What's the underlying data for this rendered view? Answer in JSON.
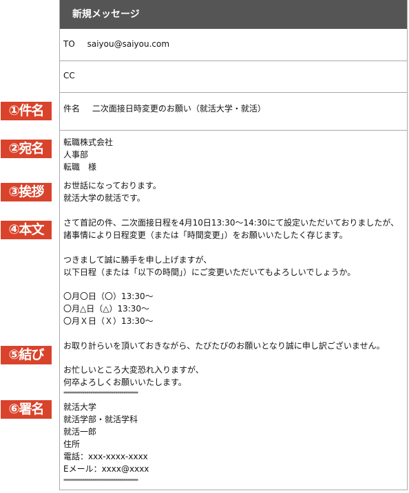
{
  "labels": {
    "subject": "①件名",
    "recipient": "②宛名",
    "greeting": "③挨拶",
    "main": "④本文",
    "closing": "⑤結び",
    "signature": "⑥署名"
  },
  "window": {
    "title": "新規メッセージ"
  },
  "fields": {
    "to_label": "TO",
    "to_value": "saiyou@saiyou.com",
    "cc_label": "CC",
    "subject_label": "件名",
    "subject_value": "二次面接日時変更のお願い（就活大学・就活）"
  },
  "body": {
    "recipient": [
      "転職株式会社",
      "人事部",
      "転職　様"
    ],
    "greeting": [
      "お世話になっております。",
      "就活大学の就活です。"
    ],
    "main_para1": [
      "さて首記の件、二次面接日程を4月10日13:30～14:30にて設定いただいておりましたが、",
      "諸事情により日程変更（または「時間変更」）をお願いいたしたく存じます。"
    ],
    "main_para2": [
      "つきまして誠に勝手を申し上げますが、",
      "以下日程（または「以下の時間」）にご変更いただいてもよろしいでしょうか。"
    ],
    "dates": [
      "〇月〇日（〇）13:30～",
      "〇月△日（△）13:30～",
      "〇月Ｘ日（Ｘ）13:30～"
    ],
    "closing1": "お取り計らいを頂いておきながら、たびたびのお願いとなり誠に申し訳ございません。",
    "closing2": [
      "お忙しいところ大変恐れ入りますが、",
      "何卒よろしくお願いいたします。"
    ],
    "separator": "************************************",
    "signature": [
      "就活大学",
      "就活学部・就活学科",
      "就活一郎",
      "住所",
      "電話：xxx-xxxx-xxxx",
      "Eメール：xxxx@xxxx"
    ],
    "separator_end": "************************************"
  },
  "colors": {
    "label_bg": "#d9432b",
    "header_bg": "#555555",
    "border": "#a9a9a9"
  }
}
